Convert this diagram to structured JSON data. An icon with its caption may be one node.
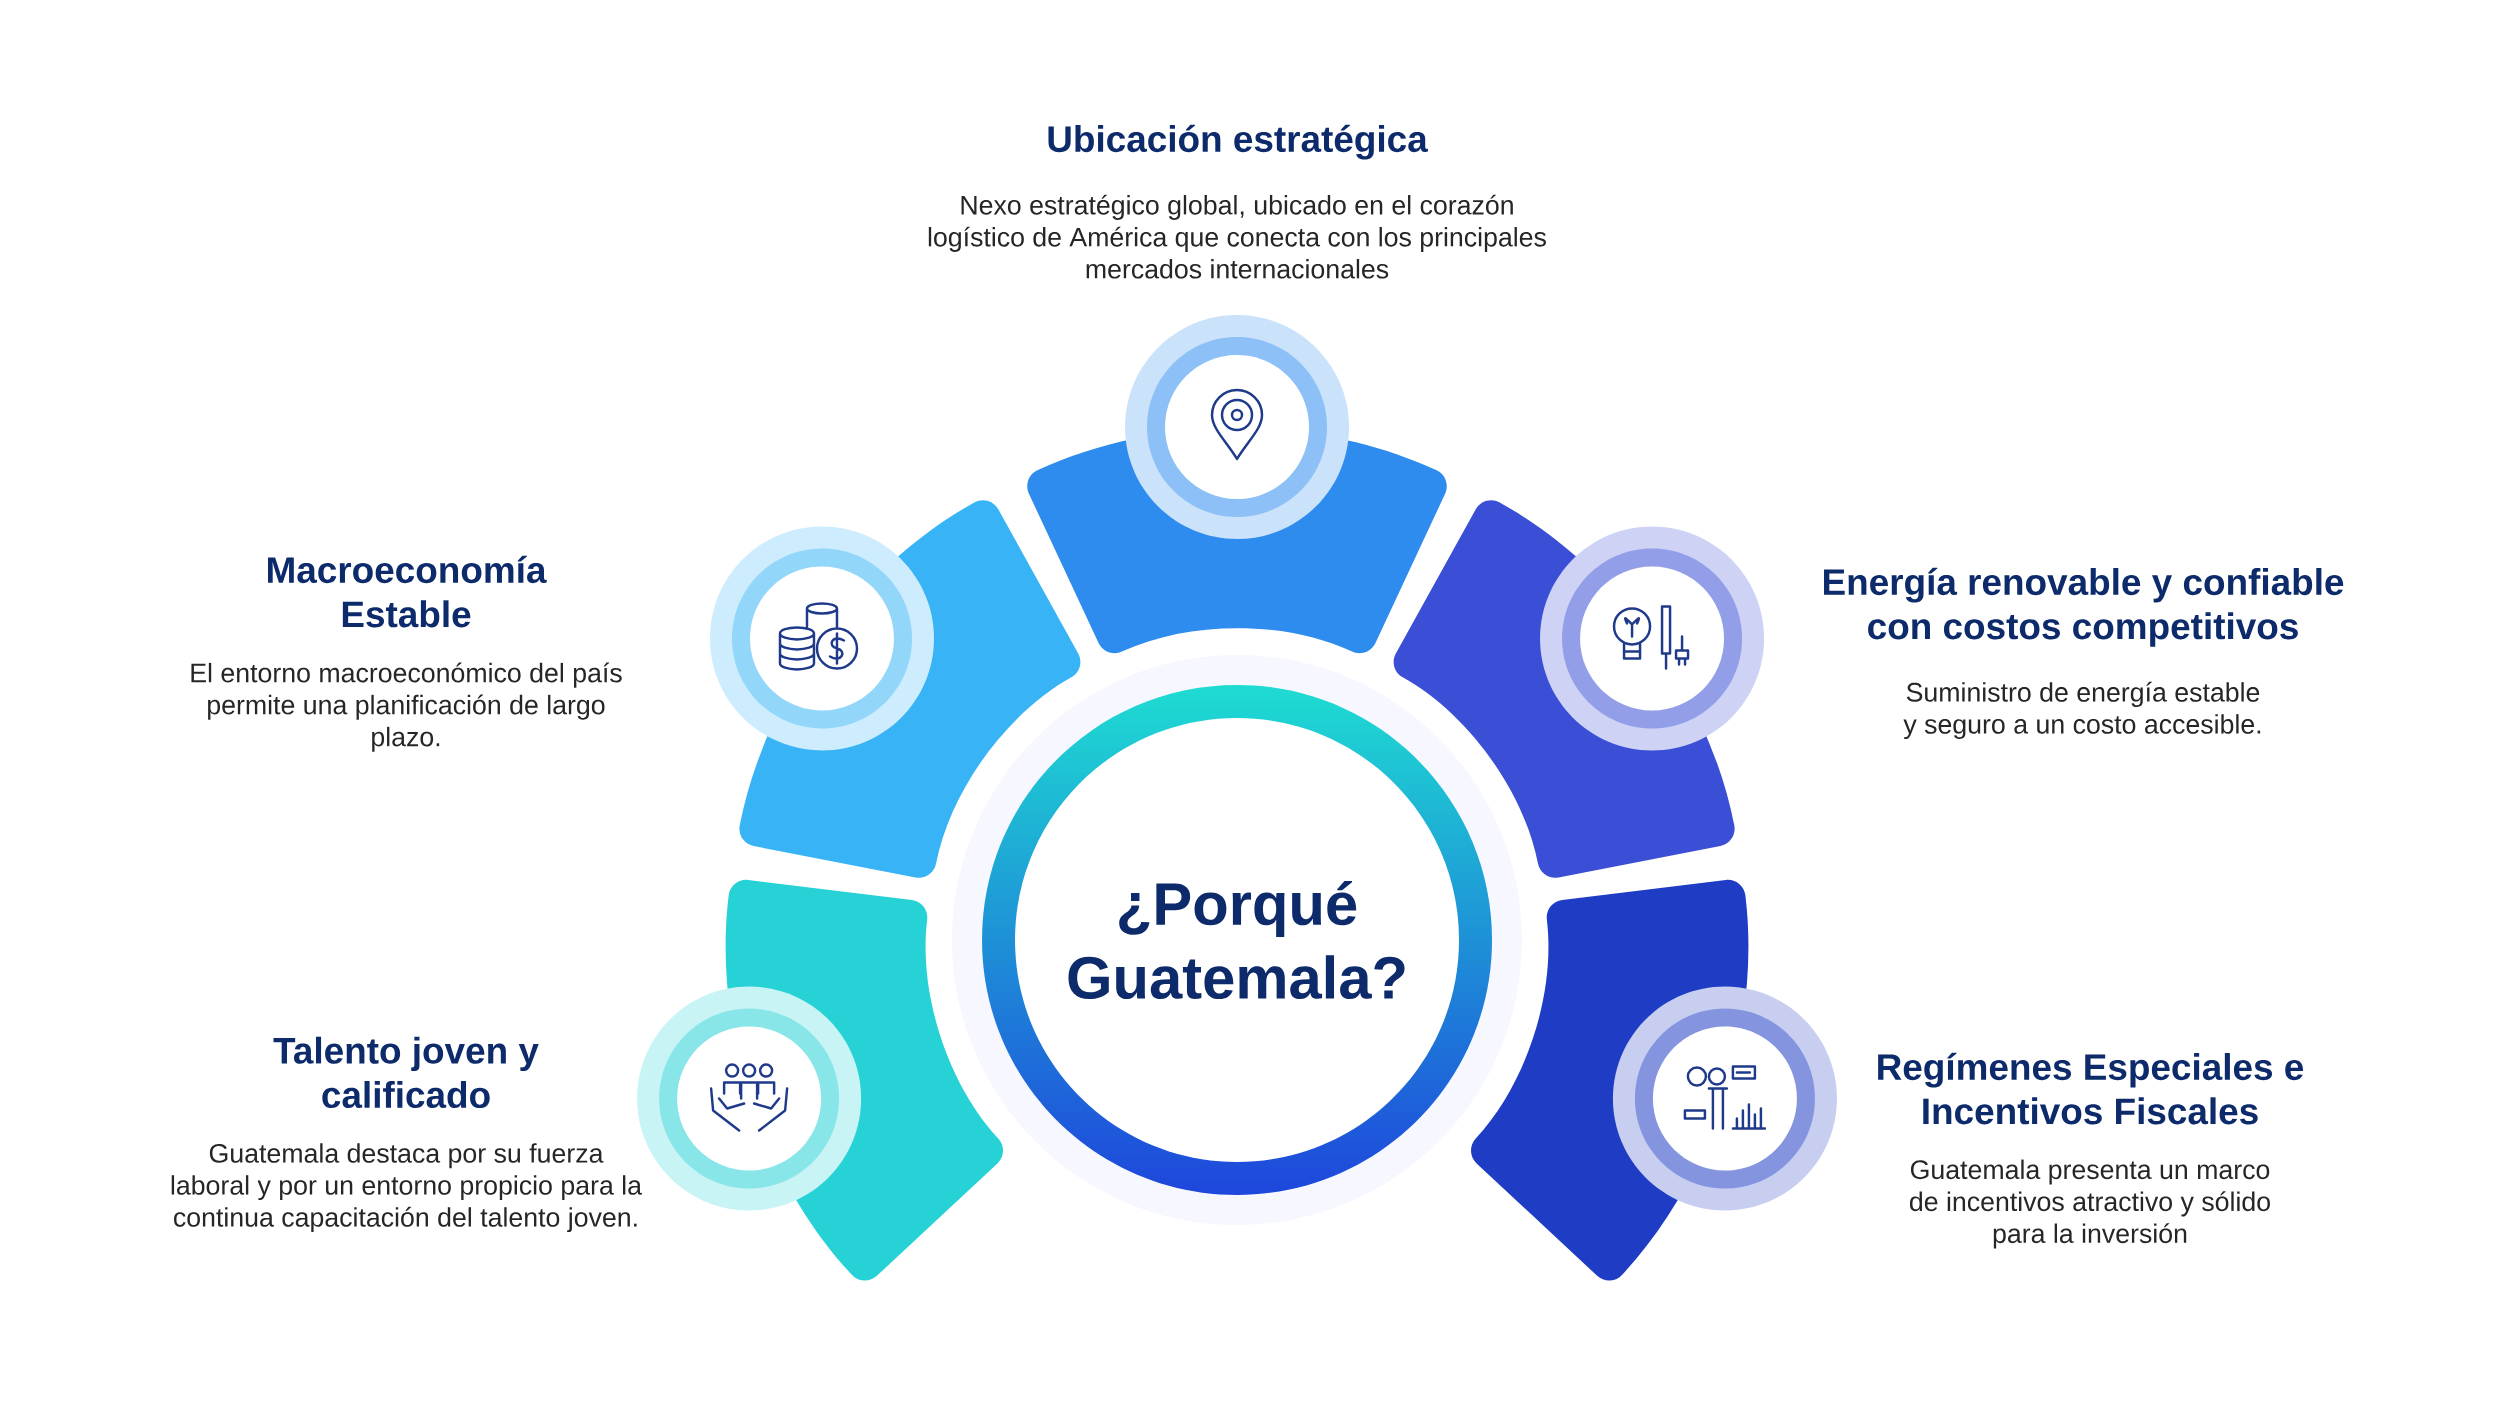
{
  "diagram": {
    "nodes": [
      {
        "text": [
          "¿Porqué Guatemala?"
        ]
      },
      {
        "text": [
          "Ubicación estratégica",
          "Nexo estratégico global, ubicado en el corazón logístico de América que conecta con los principales mercados internacionales"
        ]
      },
      {
        "text": [
          "Macroeconomía Estable",
          "El entorno macroeconómico del país permite una planificación de largo plazo."
        ]
      },
      {
        "text": [
          "Energía renovable y confiable con costos competitivos",
          "Suministro de energía estable y seguro a un costo accesible."
        ]
      },
      {
        "text": [
          "Talento joven y calificado",
          "Guatemala destaca por su fuerza laboral y por un entorno propicio para la continua capacitación del talento joven."
        ]
      },
      {
        "text": [
          "Regímenes Especiales e Incentivos Fiscales",
          "Guatemala presenta un marco de incentivos atractivo y sólido para la inversión"
        ]
      }
    ]
  }
}
